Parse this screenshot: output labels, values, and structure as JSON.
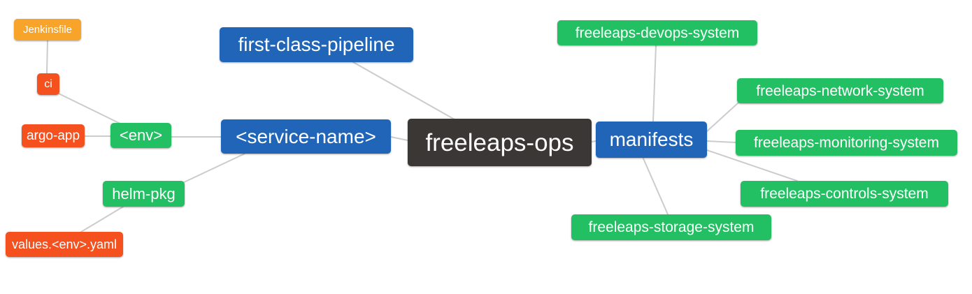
{
  "mindmap": {
    "root": {
      "label": "freeleaps-ops"
    },
    "nodes": {
      "jenkinsfile": {
        "label": "Jenkinsfile"
      },
      "ci": {
        "label": "ci"
      },
      "argo_app": {
        "label": "argo-app"
      },
      "env": {
        "label": "<env>"
      },
      "first_class_pipeline": {
        "label": "first-class-pipeline"
      },
      "service_name": {
        "label": "<service-name>"
      },
      "helm_pkg": {
        "label": "helm-pkg"
      },
      "values_env_yaml": {
        "label": "values.<env>.yaml"
      },
      "manifests": {
        "label": "manifests"
      },
      "devops_system": {
        "label": "freeleaps-devops-system"
      },
      "network_system": {
        "label": "freeleaps-network-system"
      },
      "monitoring_system": {
        "label": "freeleaps-monitoring-system"
      },
      "controls_system": {
        "label": "freeleaps-controls-system"
      },
      "storage_system": {
        "label": "freeleaps-storage-system"
      }
    },
    "edges": [
      [
        "jenkinsfile",
        "ci"
      ],
      [
        "ci",
        "env"
      ],
      [
        "argo_app",
        "env"
      ],
      [
        "env",
        "service_name"
      ],
      [
        "service_name",
        "helm_pkg"
      ],
      [
        "helm_pkg",
        "values_env_yaml"
      ],
      [
        "first_class_pipeline",
        "freeleaps_ops"
      ],
      [
        "service_name",
        "freeleaps_ops"
      ],
      [
        "freeleaps_ops",
        "manifests"
      ],
      [
        "manifests",
        "devops_system"
      ],
      [
        "manifests",
        "network_system"
      ],
      [
        "manifests",
        "monitoring_system"
      ],
      [
        "manifests",
        "controls_system"
      ],
      [
        "manifests",
        "storage_system"
      ]
    ]
  },
  "palette": {
    "blue": "#2065b8",
    "green": "#22c063",
    "orange": "#f8a42a",
    "red": "#f4511e",
    "dark": "#3b3734",
    "edge": "#cccccc",
    "text": "#ffffff"
  }
}
